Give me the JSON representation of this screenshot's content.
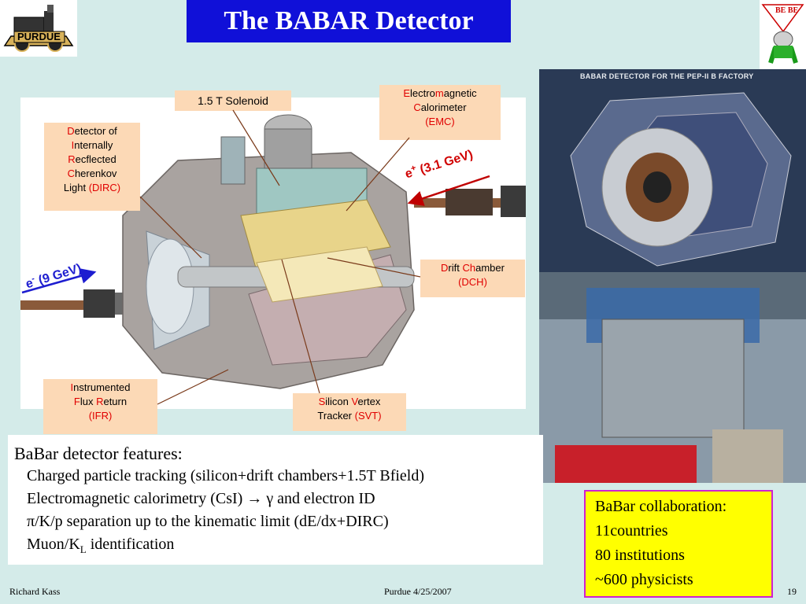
{
  "slide": {
    "title": "The BABAR Detector",
    "page_number": "19"
  },
  "logos": {
    "purdue": "PURDUE",
    "babar": "BE BE"
  },
  "callouts": {
    "solenoid": "1.5 T Solenoid",
    "emc": {
      "l1a": "E",
      "l1b": "lectro",
      "l1c": "m",
      "l1d": "agnetic",
      "l2a": "C",
      "l2b": "alorimeter",
      "l3": "(EMC)"
    },
    "dirc": {
      "l1a": "D",
      "l1b": "etector of",
      "l2a": "I",
      "l2b": "nternally",
      "l3a": "R",
      "l3b": "ecflected",
      "l4a": "C",
      "l4b": "herenkov",
      "l5a": "Light ",
      "l5b": "(DIRC)"
    },
    "dch": {
      "a": "D",
      "b": "rift ",
      "c": "Ch",
      "d": "amber",
      "l2": "(DCH)"
    },
    "ifr": {
      "l1a": "I",
      "l1b": "nstrumented",
      "l2a": "F",
      "l2b": "lux ",
      "l2c": "R",
      "l2d": "eturn",
      "l3": "(IFR)"
    },
    "svt": {
      "l1a": "S",
      "l1b": "ilicon ",
      "l1c": "V",
      "l1d": "ertex",
      "l2a": "Tracker ",
      "l2b": "(SVT)"
    }
  },
  "beams": {
    "eplus_base": "e",
    "eplus_sup": "+",
    "eplus_energy": " (3.1 GeV)",
    "eminus_base": "e",
    "eminus_sup": "-",
    "eminus_energy": " (9 GeV)"
  },
  "photo": {
    "caption": "BABAR DETECTOR FOR THE PEP-II B FACTORY"
  },
  "features": {
    "heading": "BaBar detector features:",
    "line1": "Charged particle tracking (silicon+drift chambers+1.5T Bfield)",
    "line2a": "Electromagnetic calorimetry (CsI) ",
    "line2_arrow": "→",
    "line2_gamma": " γ",
    "line2b": " and electron ID",
    "line3_pi": "π",
    "line3": "/K/p separation up to the kinematic limit (dE/dx+DIRC)",
    "line4a": "Muon/K",
    "line4_sub": "L",
    "line4b": " identification"
  },
  "collaboration": {
    "line1": "BaBar collaboration:",
    "line2": "11countries",
    "line3": "80 institutions",
    "line4": "~600 physicists"
  },
  "footer": {
    "author": "Richard Kass",
    "event": "Purdue 4/25/2007"
  },
  "colors": {
    "background": "#d4ebe9",
    "title_bg": "#1010d8",
    "callout_bg": "#fcd9b6",
    "accent_red": "#e00000",
    "collab_bg": "#ffff00",
    "collab_border": "#d020d0"
  }
}
